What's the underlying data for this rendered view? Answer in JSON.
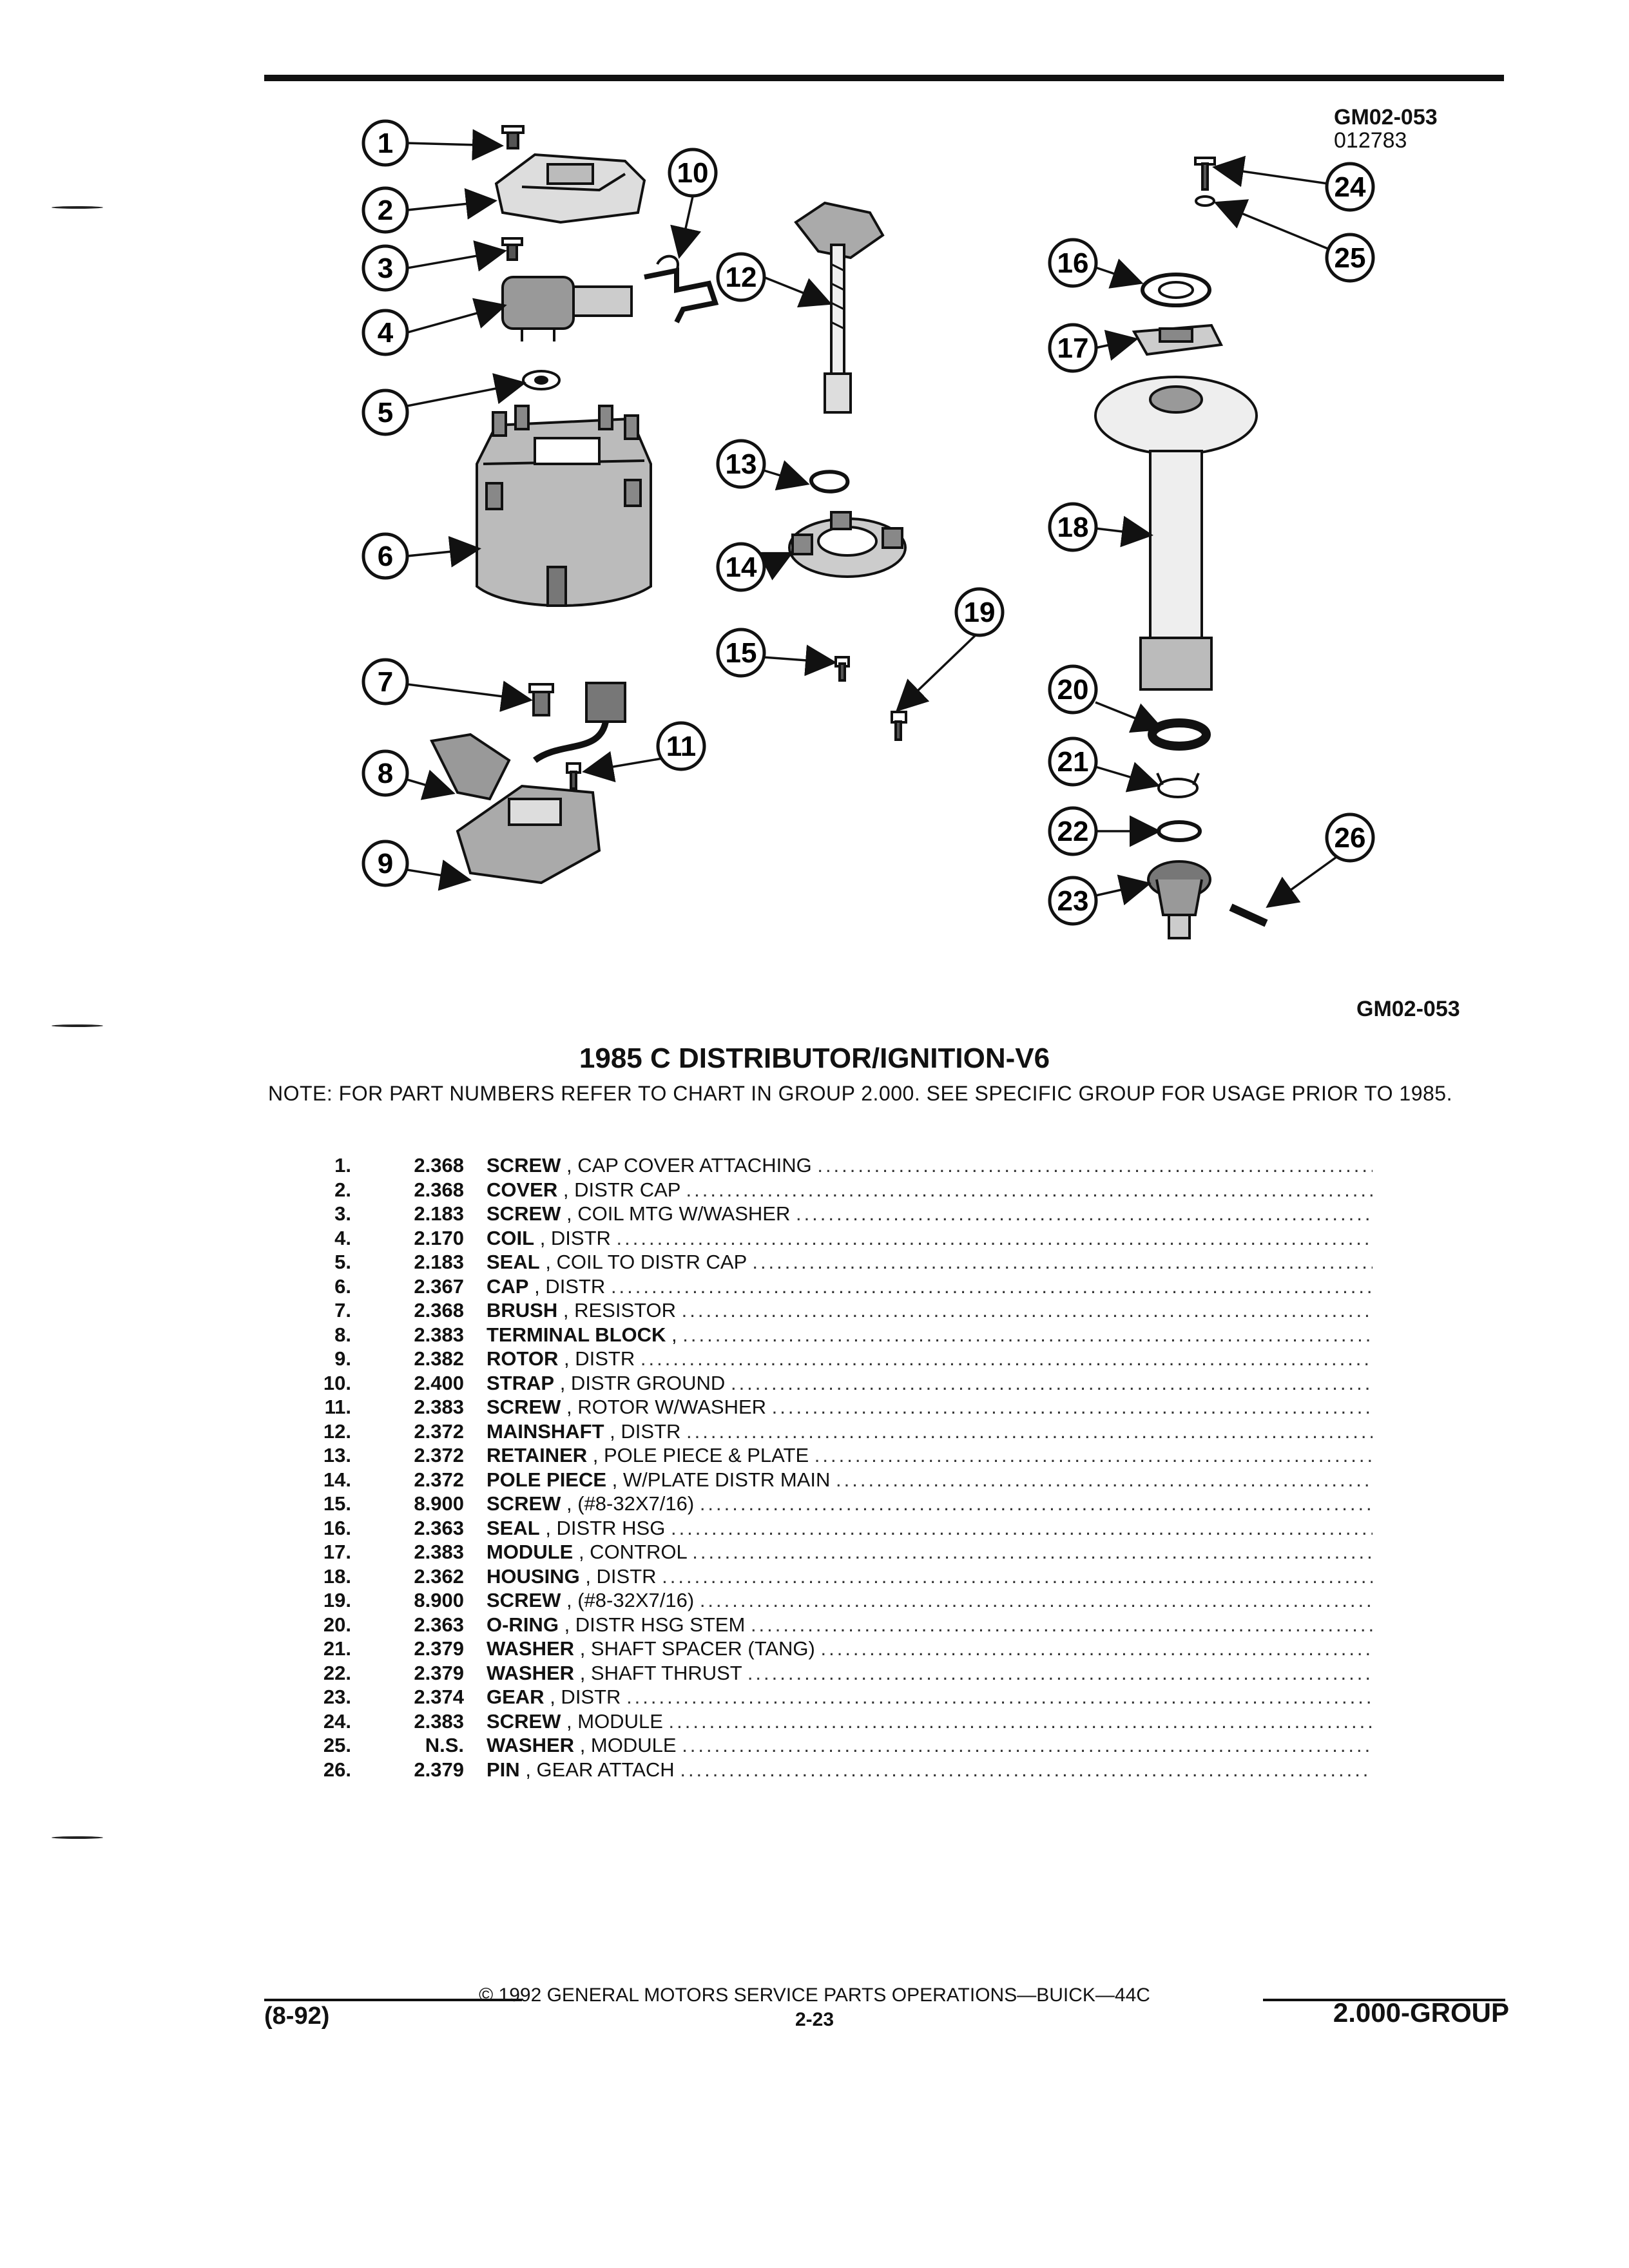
{
  "header": {
    "figure_code": "GM02-053",
    "figure_subcode": "012783"
  },
  "figure": {
    "callouts": [
      "1",
      "2",
      "3",
      "4",
      "5",
      "6",
      "7",
      "8",
      "9",
      "10",
      "11",
      "12",
      "13",
      "14",
      "15",
      "16",
      "17",
      "18",
      "19",
      "20",
      "21",
      "22",
      "23",
      "24",
      "25",
      "26"
    ],
    "figure_code_bottom": "GM02-053"
  },
  "title": "1985 C DISTRIBUTOR/IGNITION-V6",
  "note": "NOTE:  FOR PART NUMBERS REFER TO CHART IN GROUP 2.000. SEE SPECIFIC GROUP FOR USAGE PRIOR TO 1985.",
  "parts": [
    {
      "no": "1.",
      "group": "2.368",
      "name": "SCREW",
      "detail": ", CAP COVER ATTACHING"
    },
    {
      "no": "2.",
      "group": "2.368",
      "name": "COVER",
      "detail": ", DISTR CAP"
    },
    {
      "no": "3.",
      "group": "2.183",
      "name": "SCREW",
      "detail": ", COIL MTG W/WASHER"
    },
    {
      "no": "4.",
      "group": "2.170",
      "name": "COIL",
      "detail": ", DISTR"
    },
    {
      "no": "5.",
      "group": "2.183",
      "name": "SEAL",
      "detail": ", COIL TO DISTR CAP"
    },
    {
      "no": "6.",
      "group": "2.367",
      "name": "CAP",
      "detail": ", DISTR"
    },
    {
      "no": "7.",
      "group": "2.368",
      "name": "BRUSH",
      "detail": ", RESISTOR"
    },
    {
      "no": "8.",
      "group": "2.383",
      "name": "TERMINAL BLOCK",
      "detail": ","
    },
    {
      "no": "9.",
      "group": "2.382",
      "name": "ROTOR",
      "detail": ", DISTR"
    },
    {
      "no": "10.",
      "group": "2.400",
      "name": "STRAP",
      "detail": ", DISTR GROUND"
    },
    {
      "no": "11.",
      "group": "2.383",
      "name": "SCREW",
      "detail": ", ROTOR W/WASHER"
    },
    {
      "no": "12.",
      "group": "2.372",
      "name": "MAINSHAFT",
      "detail": ", DISTR"
    },
    {
      "no": "13.",
      "group": "2.372",
      "name": "RETAINER",
      "detail": ", POLE PIECE & PLATE"
    },
    {
      "no": "14.",
      "group": "2.372",
      "name": "POLE PIECE",
      "detail": ", W/PLATE DISTR MAIN"
    },
    {
      "no": "15.",
      "group": "8.900",
      "name": "SCREW",
      "detail": ", (#8-32X7/16)"
    },
    {
      "no": "16.",
      "group": "2.363",
      "name": "SEAL",
      "detail": ", DISTR HSG"
    },
    {
      "no": "17.",
      "group": "2.383",
      "name": "MODULE",
      "detail": ", CONTROL"
    },
    {
      "no": "18.",
      "group": "2.362",
      "name": "HOUSING",
      "detail": ", DISTR"
    },
    {
      "no": "19.",
      "group": "8.900",
      "name": "SCREW",
      "detail": ", (#8-32X7/16)"
    },
    {
      "no": "20.",
      "group": "2.363",
      "name": "O-RING",
      "detail": ", DISTR HSG STEM"
    },
    {
      "no": "21.",
      "group": "2.379",
      "name": "WASHER",
      "detail": ", SHAFT SPACER (TANG)"
    },
    {
      "no": "22.",
      "group": "2.379",
      "name": "WASHER",
      "detail": ", SHAFT THRUST"
    },
    {
      "no": "23.",
      "group": "2.374",
      "name": "GEAR",
      "detail": ", DISTR"
    },
    {
      "no": "24.",
      "group": "2.383",
      "name": "SCREW",
      "detail": ", MODULE"
    },
    {
      "no": "25.",
      "group": "N.S.",
      "name": "WASHER",
      "detail": ", MODULE"
    },
    {
      "no": "26.",
      "group": "2.379",
      "name": "PIN",
      "detail": ", GEAR ATTACH"
    }
  ],
  "footer": {
    "copyright": "© 1992 GENERAL MOTORS SERVICE PARTS OPERATIONS—BUICK—44C",
    "page": "2-23",
    "date": "(8-92)",
    "group": "2.000-GROUP"
  }
}
